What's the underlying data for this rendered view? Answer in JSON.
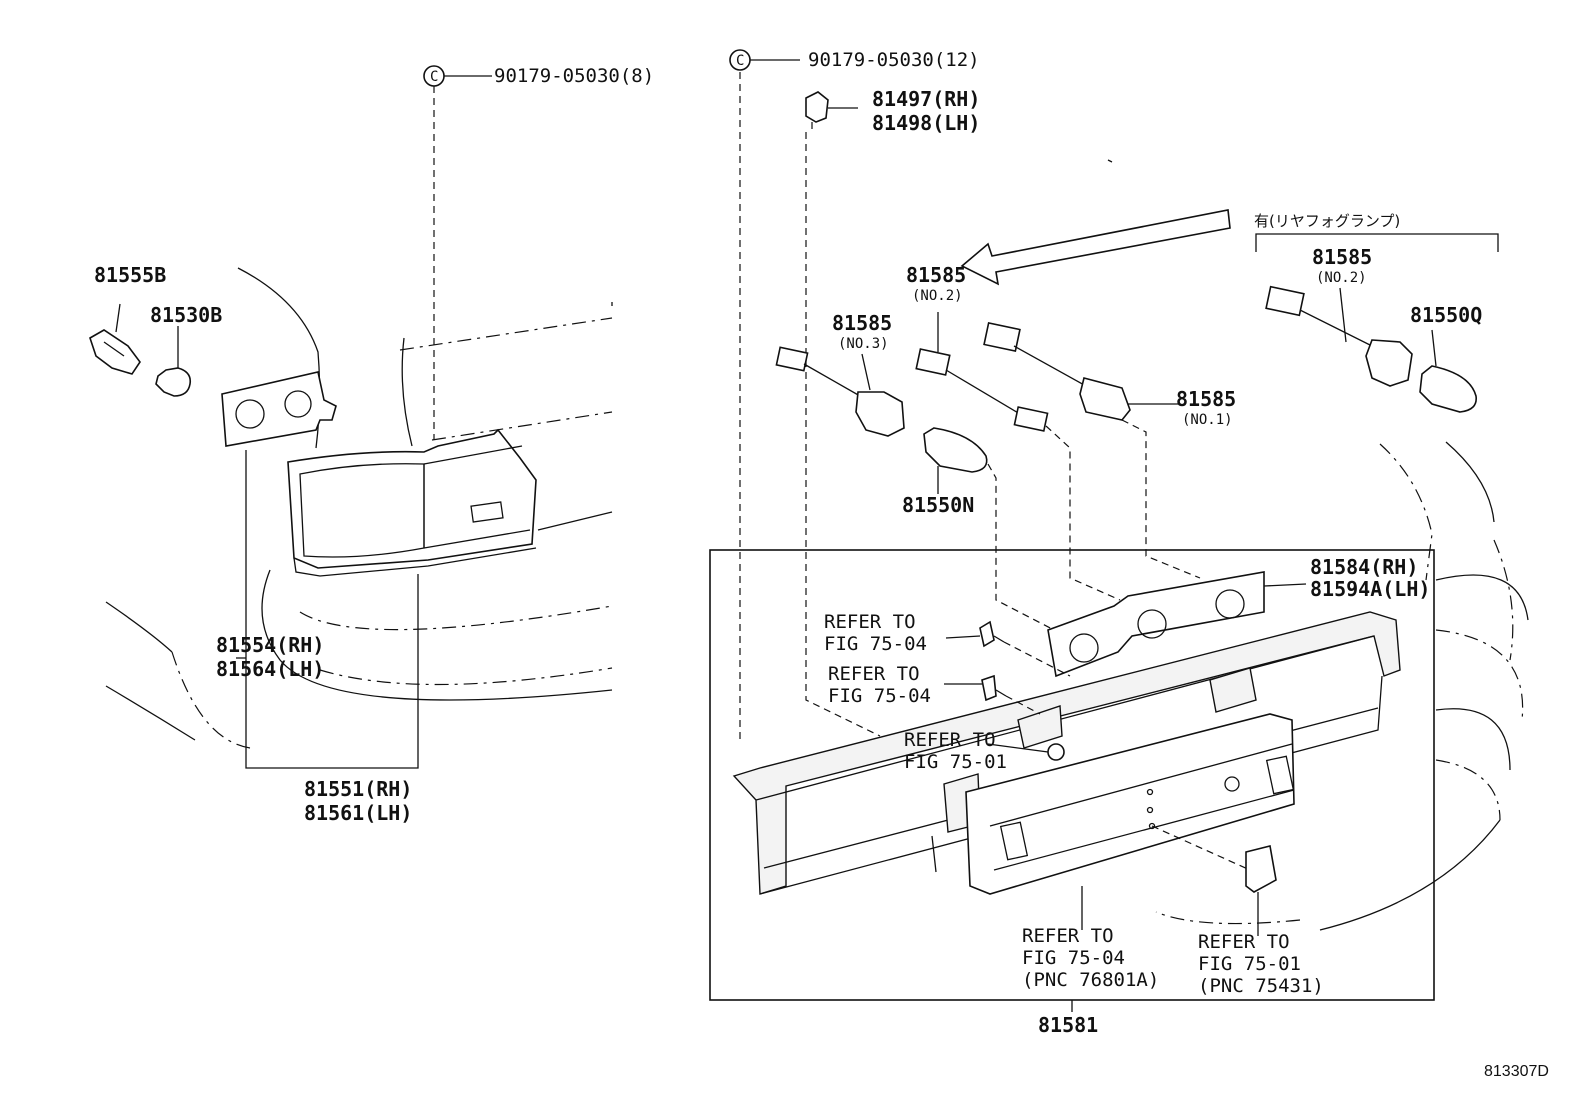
{
  "diagram_code": "813307D",
  "fog_note": "有(リヤフォグランプ)",
  "left_group": {
    "clip": "90179-05030(8)",
    "socket": "81555B",
    "bulb": "81530B",
    "lens_rh": "81554(RH)",
    "lens_lh": "81564(LH)",
    "lamp_rh": "81551(RH)",
    "lamp_lh": "81561(LH)"
  },
  "right_group": {
    "clip": "90179-05030(12)",
    "bracket_rh": "81497(RH)",
    "bracket_lh": "81498(LH)",
    "wire_no2": "81585",
    "wire_no2_sub": "(NO.2)",
    "wire_no3": "81585",
    "wire_no3_sub": "(NO.3)",
    "wire_no1": "81585",
    "wire_no1_sub": "(NO.1)",
    "bulb": "81550N",
    "fog_wire": "81585",
    "fog_wire_sub": "(NO.2)",
    "fog_bulb": "81550Q",
    "plate_rh": "81584(RH)",
    "plate_lh": "81594A(LH)",
    "assembly": "81581"
  },
  "refs": {
    "ref1_l1": "REFER TO",
    "ref1_l2": "FIG 75-04",
    "ref2_l1": "REFER TO",
    "ref2_l2": "FIG 75-04",
    "ref3_l1": "REFER TO",
    "ref3_l2": "FIG 75-01",
    "ref4_l1": "REFER TO",
    "ref4_l2": "FIG 75-04",
    "ref4_l3": "(PNC 76801A)",
    "ref5_l1": "REFER TO",
    "ref5_l2": "FIG 75-01",
    "ref5_l3": "(PNC 75431)"
  }
}
